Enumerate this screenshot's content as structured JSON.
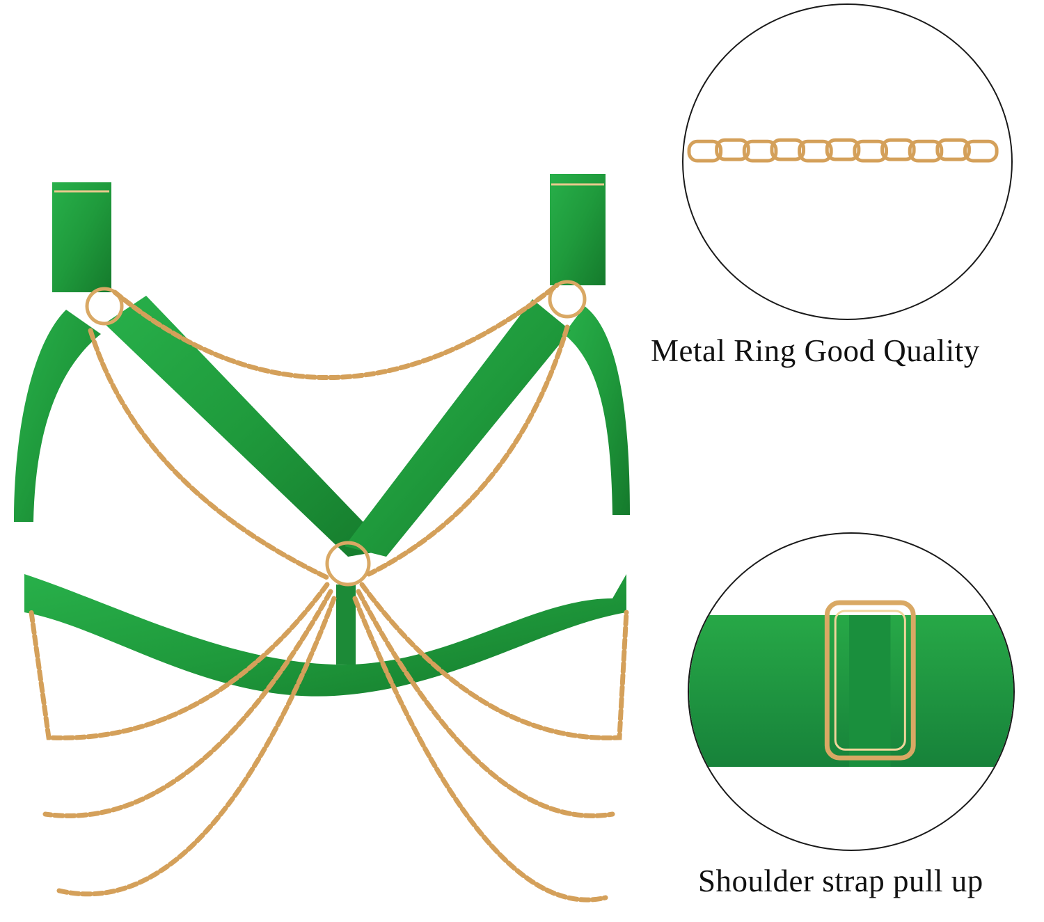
{
  "product": {
    "strap_color": "#1f9a3c",
    "chain_color": "#d4a05a"
  },
  "details": [
    {
      "id": "chain-detail",
      "caption": "Metal Ring Good Quality"
    },
    {
      "id": "strap-detail",
      "caption": "Shoulder strap pull up"
    }
  ]
}
